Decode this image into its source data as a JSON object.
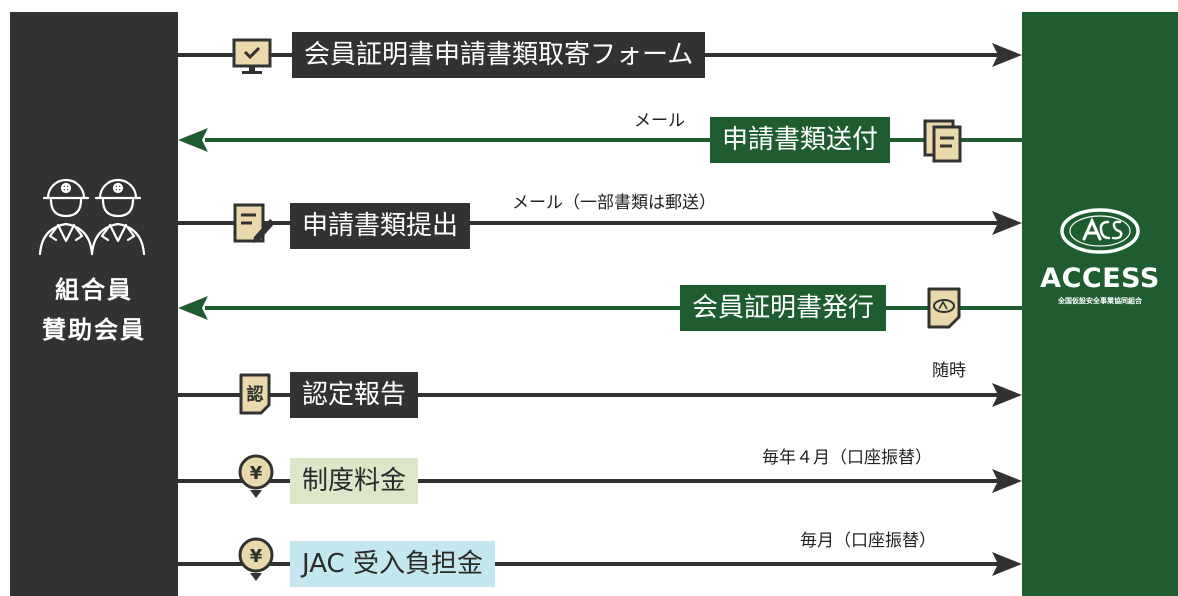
{
  "left": {
    "line1": "組合員",
    "line2": "賛助会員"
  },
  "right": {
    "logo_text": "ACCESS",
    "org_name": "全国仮設安全事業協同組合"
  },
  "flows": [
    {
      "label": "会員証明書申請書類取寄フォーム",
      "note": "",
      "direction": "to-right",
      "style": "dark"
    },
    {
      "label": "申請書類送付",
      "note": "メール",
      "direction": "to-left",
      "style": "green"
    },
    {
      "label": "申請書類提出",
      "note": "メール（一部書類は郵送）",
      "direction": "to-right",
      "style": "dark"
    },
    {
      "label": "会員証明書発行",
      "note": "",
      "direction": "to-left",
      "style": "green"
    },
    {
      "label": "認定報告",
      "note": "随時",
      "direction": "to-right",
      "style": "dark"
    },
    {
      "label": "制度料金",
      "note": "毎年４月（口座振替）",
      "direction": "to-right",
      "style": "light-green"
    },
    {
      "label": "JAC 受入負担金",
      "note": "毎月（口座振替）",
      "direction": "to-right",
      "style": "light-blue"
    }
  ],
  "icons": {
    "workers": "construction-workers-icon",
    "monitor": "computer-monitor-icon",
    "documents": "documents-icon",
    "pen_form": "form-pen-icon",
    "certificate": "certificate-icon",
    "stamp": "approval-stamp-icon",
    "stamp_char": "認",
    "yen": "yen-coin-icon",
    "yen_char": "¥"
  },
  "colors": {
    "dark": "#323232",
    "green": "#1f5c2f",
    "light_green": "#dbe7c8",
    "light_blue": "#c4e6ee",
    "paper": "#e9d9ad"
  }
}
